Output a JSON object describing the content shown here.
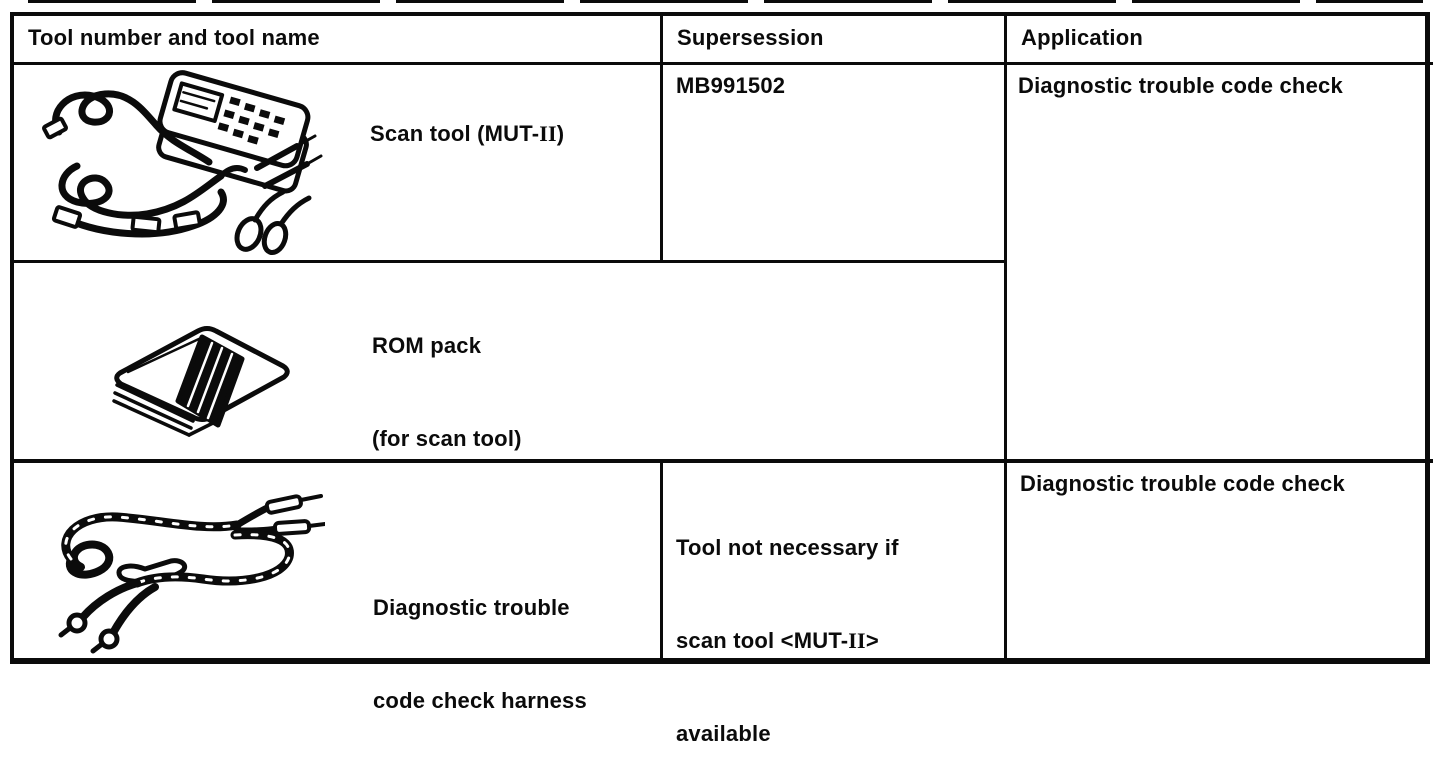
{
  "colors": {
    "ink": "#0b0b0b",
    "paper": "#ffffff"
  },
  "table": {
    "headers": {
      "col1": "Tool number and tool name",
      "col2": "Supersession",
      "col3": "Application"
    },
    "row1": {
      "tool_label_pre": "Scan tool (MUT-",
      "tool_label_roman": "II",
      "tool_label_post": ")",
      "supersession": "MB991502",
      "application": "Diagnostic trouble code check",
      "image": "scan-tool-kit-line-art"
    },
    "row2": {
      "tool_label_line1": "ROM pack",
      "tool_label_line2": "(for scan tool)",
      "image": "rom-pack-cartridge-line-art"
    },
    "row3": {
      "tool_label_line1": "Diagnostic trouble",
      "tool_label_line2": "code check harness",
      "supersession_line1": "Tool not necessary if",
      "supersession_line2_pre": "scan tool <MUT-",
      "supersession_line2_roman": "II",
      "supersession_line2_post": ">",
      "supersession_line3": "available",
      "application": "Diagnostic trouble code check",
      "image": "diagnostic-harness-line-art"
    }
  }
}
